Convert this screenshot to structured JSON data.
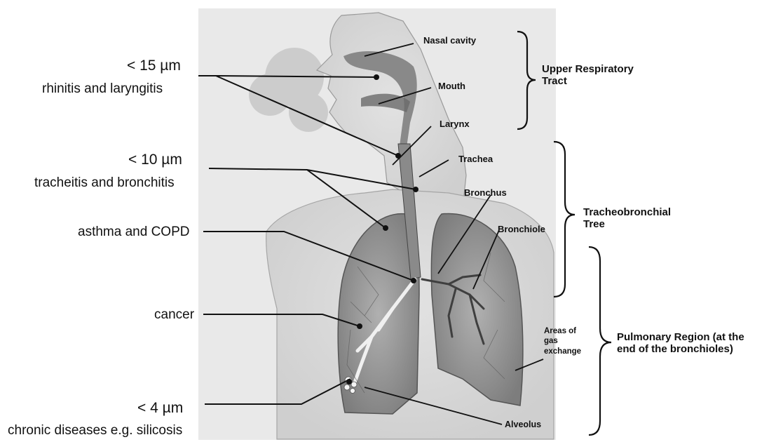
{
  "left_labels": {
    "size_15": "< 15  µm",
    "disease_15": "rhinitis and laryngitis",
    "size_10": "< 10  µm",
    "disease_10": "tracheitis  and bronchitis",
    "asthma": "asthma and COPD",
    "cancer": "cancer",
    "size_4": "< 4  µm",
    "disease_4": "chronic diseases e.g. silicosis"
  },
  "anatomy_labels": {
    "nasal_cavity": "Nasal cavity",
    "mouth": "Mouth",
    "larynx": "Larynx",
    "trachea": "Trachea",
    "bronchus": "Bronchus",
    "bronchiole": "Bronchiole",
    "areas_line1": "Areas of",
    "areas_line2": "gas",
    "areas_line3": "exchange",
    "alveolus": "Alveolus"
  },
  "regions": {
    "upper_line1": "Upper Respiratory",
    "upper_line2": "Tract",
    "tracheo_line1": "Tracheobronchial",
    "tracheo_line2": "Tree",
    "pulmonary_line1": "Pulmonary Region (at the",
    "pulmonary_line2": "end of the bronchioles)"
  },
  "colors": {
    "ink": "#111111",
    "illustration_fill": "#c9c9c9",
    "lung_fill": "#9a9a9a",
    "airway_fill": "#6f6f6f"
  }
}
